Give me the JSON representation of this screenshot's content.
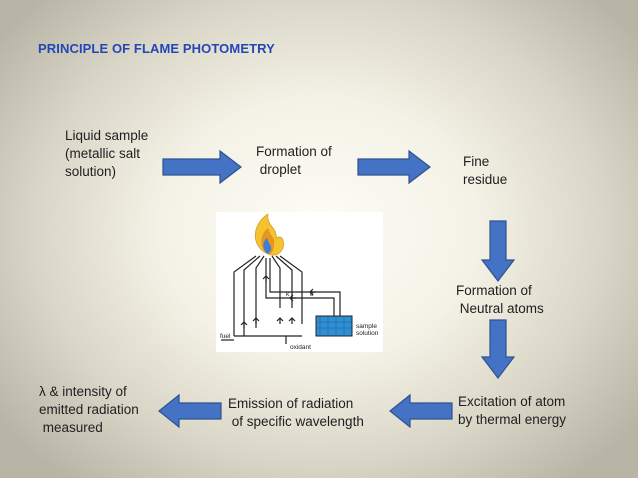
{
  "title": "PRINCIPLE OF FLAME PHOTOMETRY",
  "steps": {
    "liquid_sample": "Liquid sample\n(metallic salt\nsolution)",
    "droplet": "Formation of\n droplet",
    "residue": "Fine\nresidue",
    "neutral_atoms": "Formation of\n Neutral atoms",
    "excitation": "Excitation of atom\nby thermal energy",
    "emission": "Emission of radiation\n of specific wavelength",
    "measured": "λ & intensity of\nemitted radiation\n measured"
  },
  "figure": {
    "fuel": "fuel",
    "oxidant": "oxidant",
    "sample_solution": "sample\nsolution",
    "k": "k",
    "e": "e"
  },
  "colors": {
    "arrow_fill": "#4472c4",
    "arrow_stroke": "#2f528f",
    "title": "#2546b5",
    "flame_outer": "#f4c430",
    "flame_inner": "#3b7fd9",
    "solution": "#2f8fd4"
  }
}
